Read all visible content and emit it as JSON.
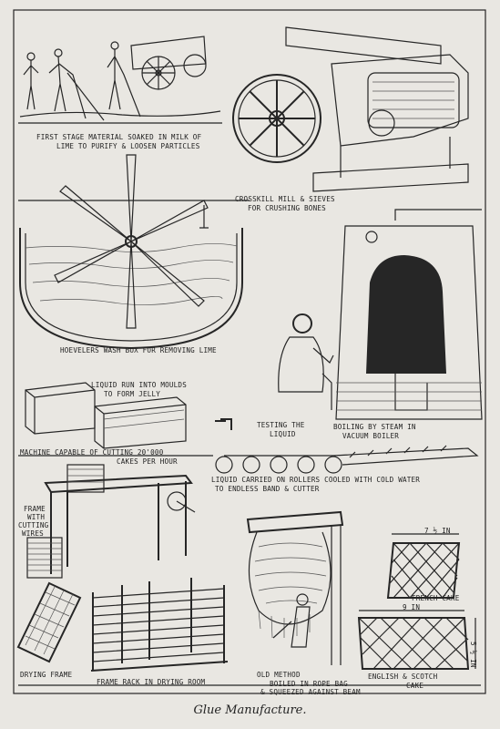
{
  "caption": "Glue Manufacture.",
  "labels": {
    "first_stage_1": "FIRST STAGE  MATERIAL SOAKED IN MILK OF",
    "first_stage_2": "LIME TO PURIFY & LOOSEN PARTICLES",
    "crosskill_1": "CROSSKILL MILL & SIEVES",
    "crosskill_2": "FOR CRUSHING BONES",
    "hoevelers": "HOEVELERS WASH BOX FOR REMOVING LIME",
    "moulds_1": "LIQUID RUN INTO MOULDS",
    "moulds_2": "TO FORM JELLY",
    "testing_1": "TESTING THE",
    "testing_2": "LIQUID",
    "boiling_1": "BOILING BY STEAM IN",
    "boiling_2": "VACUUM BOILER",
    "machine_1": "MACHINE CAPABLE OF CUTTING 20'000",
    "machine_2": "CAKES PER HOUR",
    "rollers_1": "LIQUID CARRIED ON ROLLERS COOLED WITH COLD WATER",
    "rollers_2": "TO ENDLESS BAND & CUTTER",
    "frame_1": "FRAME",
    "frame_2": "WITH",
    "frame_3": "CUTTING",
    "frame_4": "WIRES",
    "drying_frame": "DRYING FRAME",
    "frame_rack": "FRAME RACK IN DRYING ROOM",
    "old_method_1": "OLD METHOD",
    "old_method_2": "BOILED IN ROPE BAG",
    "old_method_3": "& SQUEEZED AGAINST BEAM",
    "dim_7in": "7 ½ IN",
    "french_cake": "FRENCH CAKE",
    "dim_9in": "9 IN",
    "dim_5in": "5 ½ IN",
    "english_1": "ENGLISH & SCOTCH",
    "english_2": "CAKE"
  }
}
